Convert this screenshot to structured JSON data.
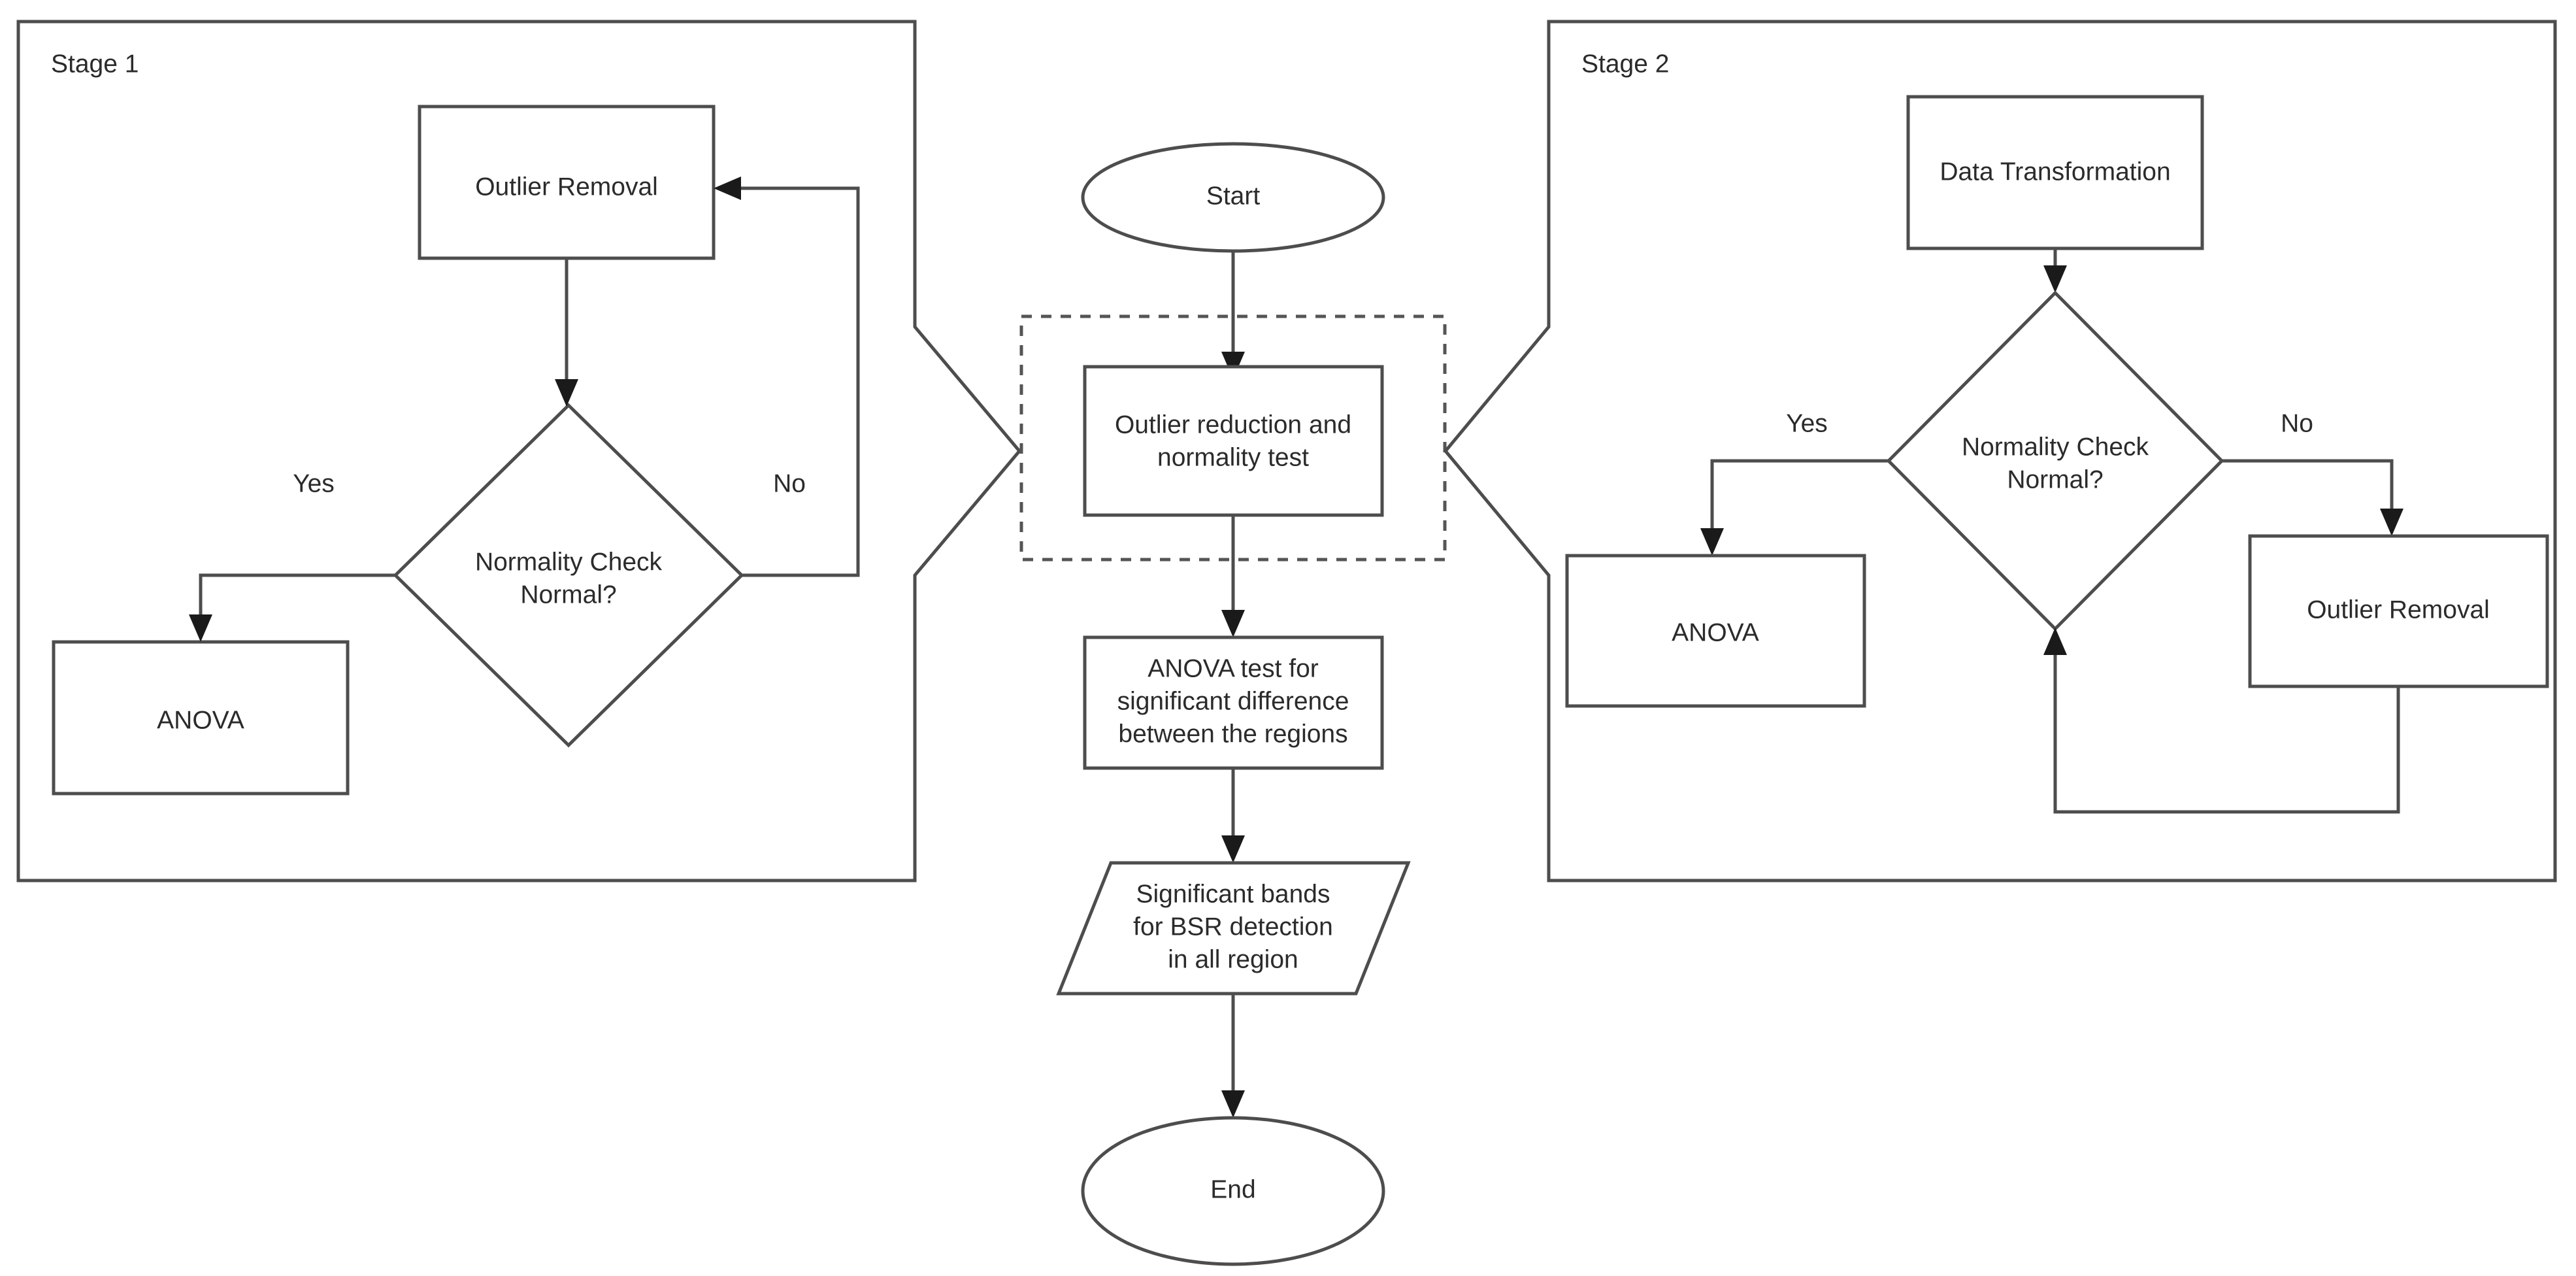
{
  "diagram": {
    "title": "Two-stage statistical analysis flowchart",
    "colors": {
      "shape_stroke": "#4d4d4d",
      "shape_fill": "#ffffff",
      "text": "#2b2b2b",
      "arrowhead": "#1a1a1a",
      "dashed_stroke": "#555555",
      "background": "#ffffff"
    }
  },
  "stage1": {
    "label": "Stage 1",
    "nodes": {
      "outlier_removal": "Outlier Removal",
      "normality_check": "Normality Check Normal?",
      "normality_check_line1": "Normality Check",
      "normality_check_line2": "Normal?",
      "anova": "ANOVA"
    },
    "edges": {
      "yes": "Yes",
      "no": "No"
    }
  },
  "center": {
    "nodes": {
      "start": "Start",
      "outlier_reduction_line1": "Outlier reduction and",
      "outlier_reduction_line2": "normality test",
      "anova_test_line1": "ANOVA test for",
      "anova_test_line2": "significant difference",
      "anova_test_line3": "between the regions",
      "significant_bands_line1": "Significant bands",
      "significant_bands_line2": "for BSR detection",
      "significant_bands_line3": "in all region",
      "end": "End"
    }
  },
  "stage2": {
    "label": "Stage 2",
    "nodes": {
      "data_transformation": "Data Transformation",
      "normality_check_line1": "Normality Check",
      "normality_check_line2": "Normal?",
      "anova": "ANOVA",
      "outlier_removal": "Outlier Removal"
    },
    "edges": {
      "yes": "Yes",
      "no": "No"
    }
  }
}
